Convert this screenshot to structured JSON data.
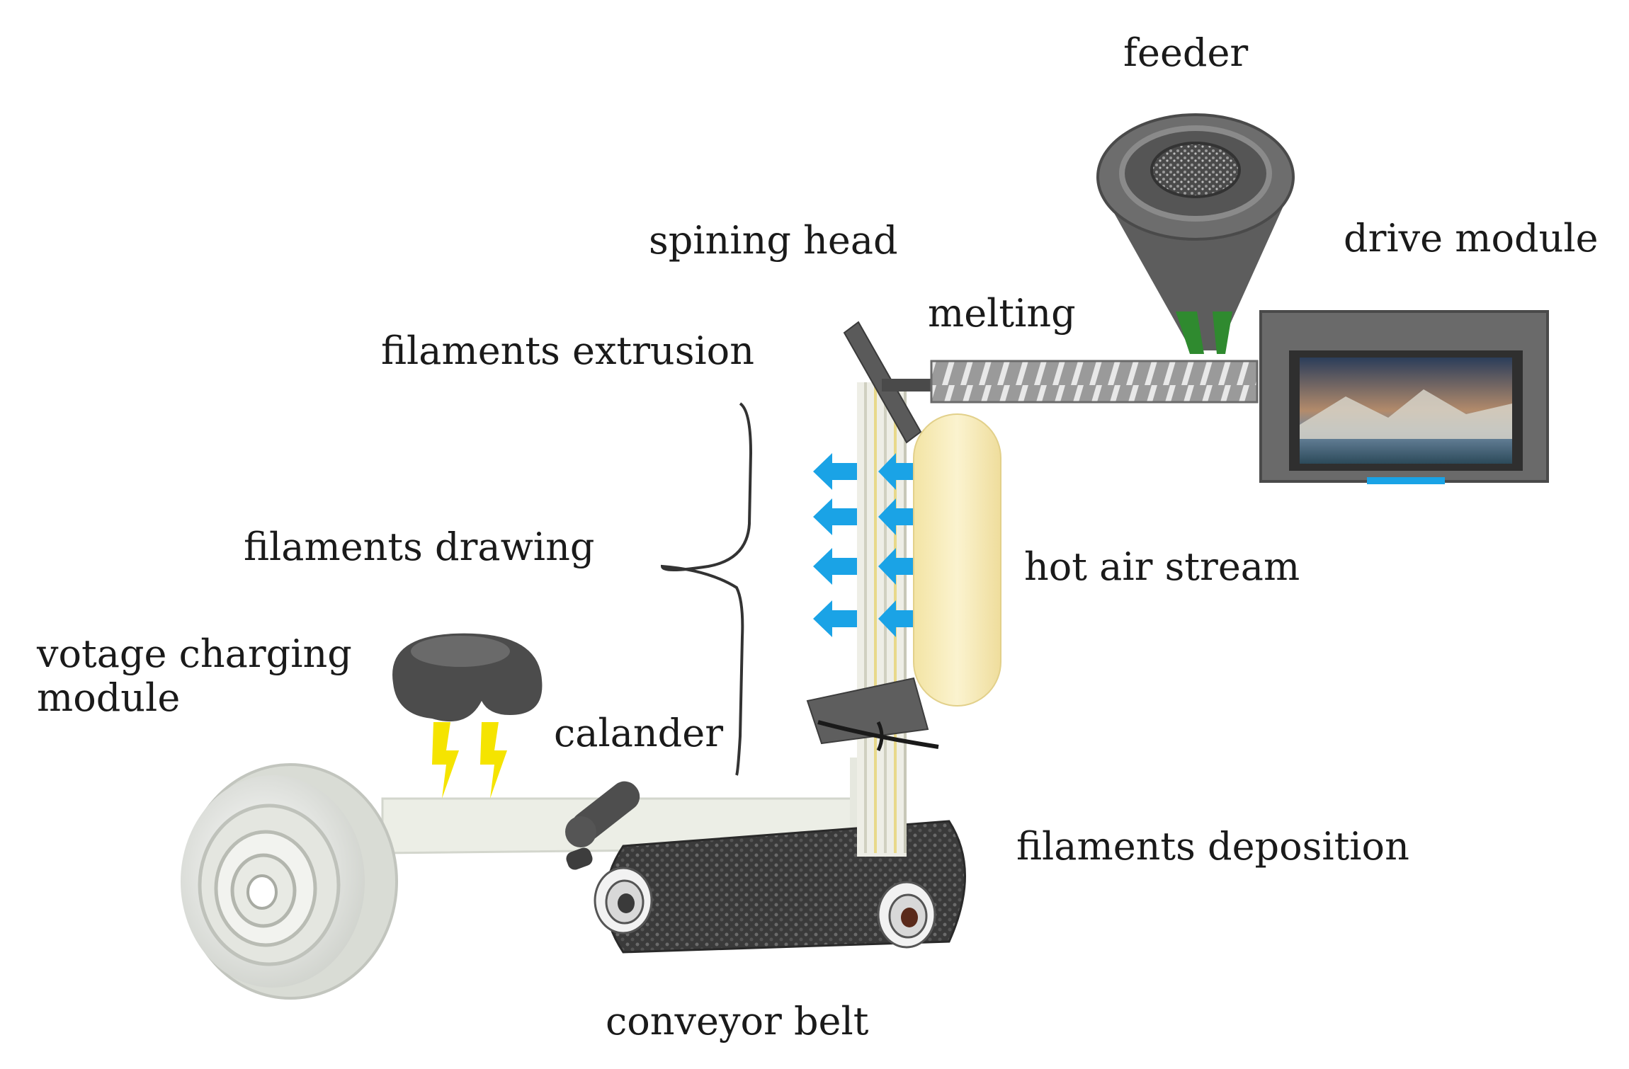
{
  "labels": {
    "feeder": "feeder",
    "drive_module": "drive module",
    "spinning_head": "spining head",
    "melting": "melting",
    "filaments_extrusion": "filaments extrusion",
    "filaments_drawing": "filaments drawing",
    "hot_air_stream": "hot air stream",
    "voltage_charging_module": "votage charging\nmodule",
    "calander": "calander",
    "filaments_deposition": "filaments deposition",
    "conveyor_belt": "conveyor belt"
  },
  "colors": {
    "machine_dark": "#5a5a5a",
    "machine_mid": "#7a7a7a",
    "hot_air_body": "#f6ebb8",
    "air_arrows": "#1aa3e6",
    "lightning": "#f5e400",
    "web_fabric": "#eceee6",
    "feeder_neck": "#2f8a2f"
  }
}
